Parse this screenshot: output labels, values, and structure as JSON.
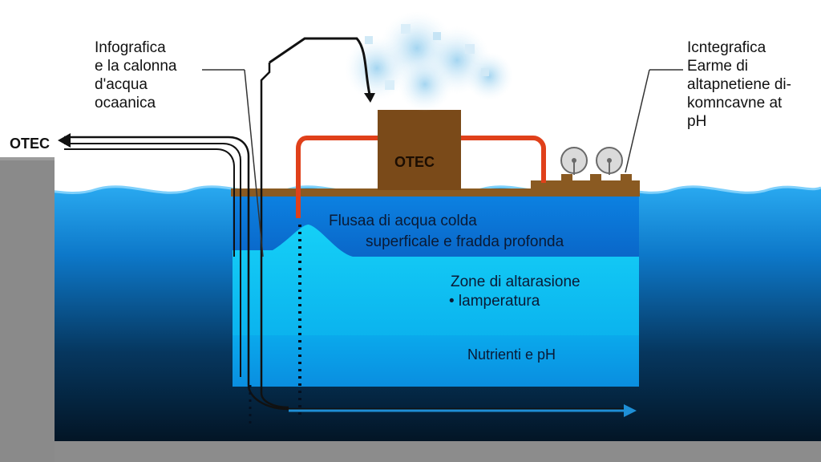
{
  "labels": {
    "left_annotation": "Infografica\ne la calonna\nd'acqua\nocaanica",
    "right_annotation": "Icntegrafica\nEarme di\naltapnetiene di-\nkomncavne at\npH",
    "otec_side": "OTEC",
    "otec_plant": "OTEC",
    "zone_1_line1": "Flusaa di acqua colda",
    "zone_1_line2": "superficale e fradda profonda",
    "zone_2_line1": "Zone di altarasione",
    "zone_2_line2": "• lamperatura",
    "zone_3": "Nutrienti e pH"
  },
  "colors": {
    "sea_surface": "#1e9be8",
    "sea_deep": "#02111f",
    "basin_top": "#0a7fe0",
    "basin_middle": "#11c2f2",
    "basin_bottom": "#0aa5ea",
    "plant_brown": "#7a4a19",
    "platform_brown": "#8a5a22",
    "hot_pipe": "#e0401a",
    "outflow_arrow": "#1e8fd6",
    "seabed_grey": "#8a8a8a",
    "vapour": "#bfe2f4"
  },
  "icons": [
    "vapour-cloud-icon",
    "satellite-dish-icon",
    "arrow-left-icon",
    "arrow-right-icon"
  ]
}
